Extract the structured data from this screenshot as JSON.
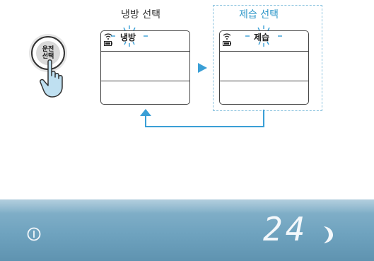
{
  "diagram": {
    "step1": {
      "title": "냉방 선택",
      "mode": "냉방"
    },
    "step2": {
      "title": "제습 선택",
      "mode": "제습"
    },
    "button": {
      "line1": "운전",
      "line2": "선택"
    }
  },
  "panel": {
    "temperature": "24",
    "icons": [
      "power-icon",
      "moon-icon"
    ]
  },
  "colors": {
    "accent": "#2e97c9",
    "panel": "#6fa3bf"
  }
}
